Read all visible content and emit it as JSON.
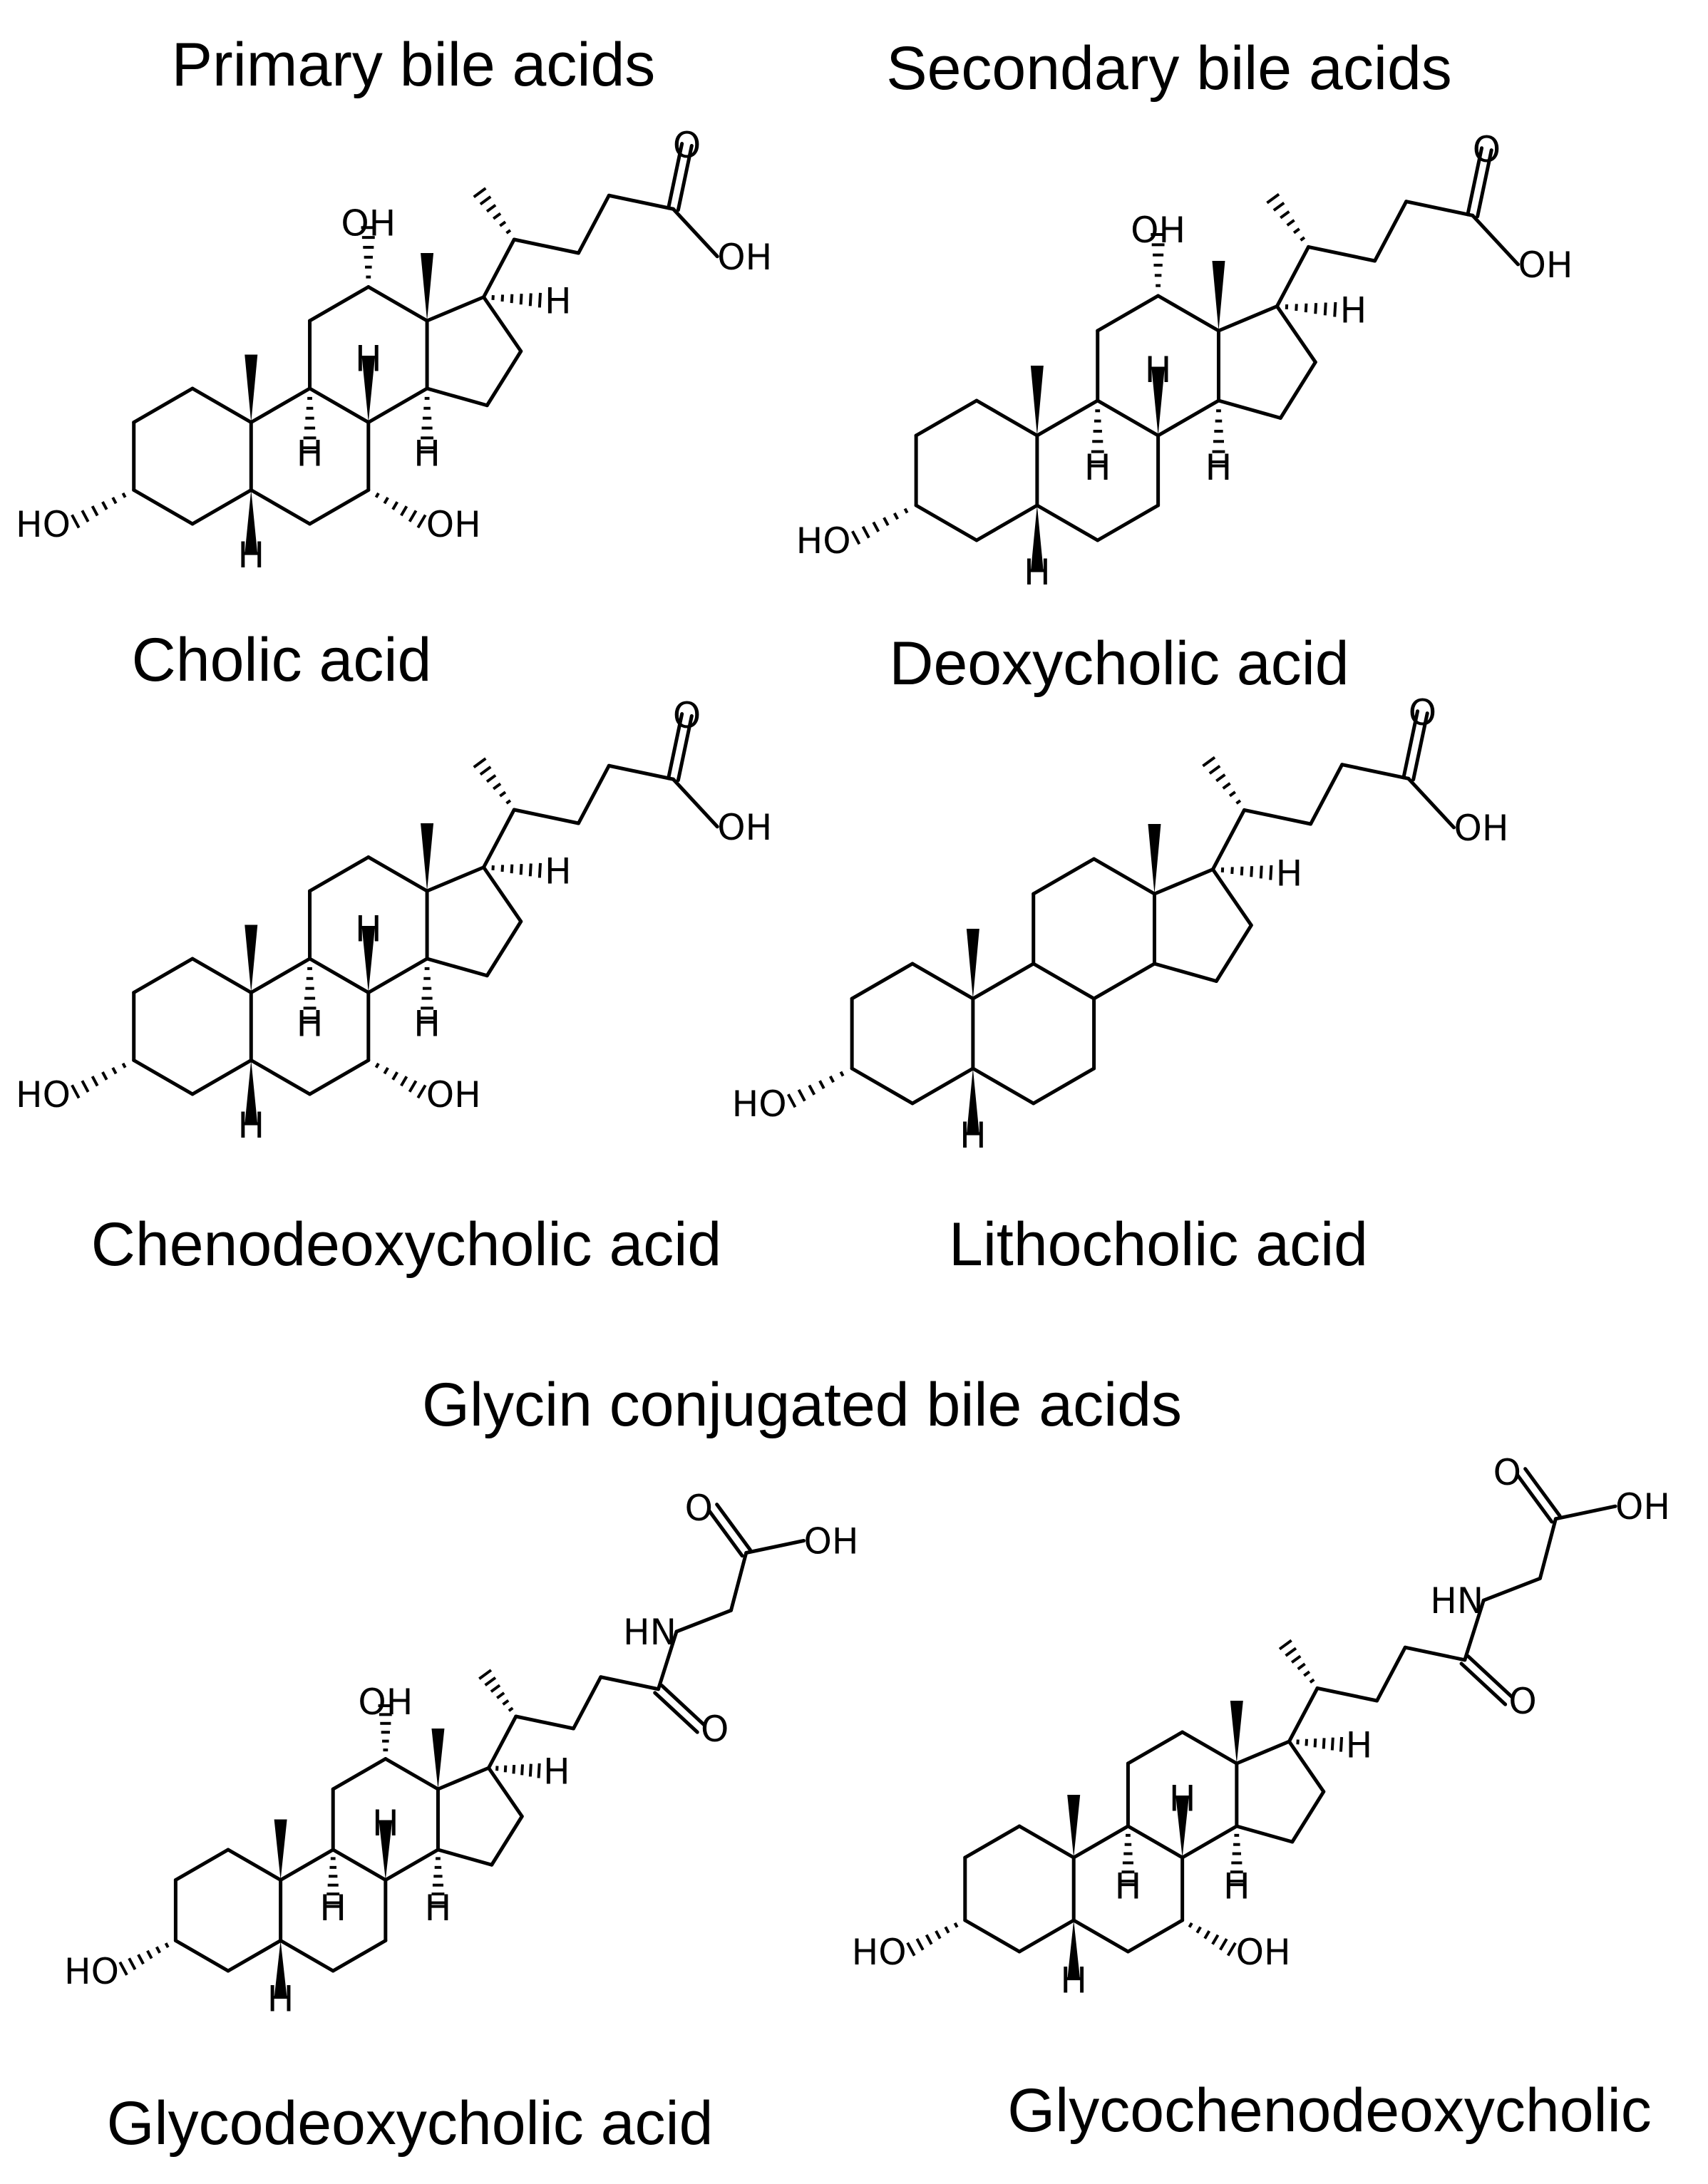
{
  "section_titles": {
    "primary": "Primary bile acids",
    "secondary": "Secondary bile acids",
    "glycine": "Glycin conjugated bile acids"
  },
  "compounds": [
    {
      "name": "Cholic acid",
      "oh7": true,
      "oh12": true,
      "ring_h": true,
      "glycine": false
    },
    {
      "name": "Deoxycholic acid",
      "oh7": false,
      "oh12": true,
      "ring_h": true,
      "glycine": false
    },
    {
      "name": "Chenodeoxycholic acid",
      "oh7": true,
      "oh12": false,
      "ring_h": true,
      "glycine": false
    },
    {
      "name": "Lithocholic acid",
      "oh7": false,
      "oh12": false,
      "ring_h": false,
      "glycine": false
    },
    {
      "name": "Glycodeoxycholic acid",
      "oh7": false,
      "oh12": true,
      "ring_h": true,
      "glycine": true
    },
    {
      "name": "Glycochenodeoxycholic",
      "oh7": true,
      "oh12": false,
      "ring_h": true,
      "glycine": true
    }
  ],
  "atom_labels": {
    "hydroxyl": "OH",
    "hydroxyl_left": "HO",
    "hydrogen": "H",
    "oxygen": "O",
    "amine": "HN",
    "acid_oh": "OH"
  }
}
